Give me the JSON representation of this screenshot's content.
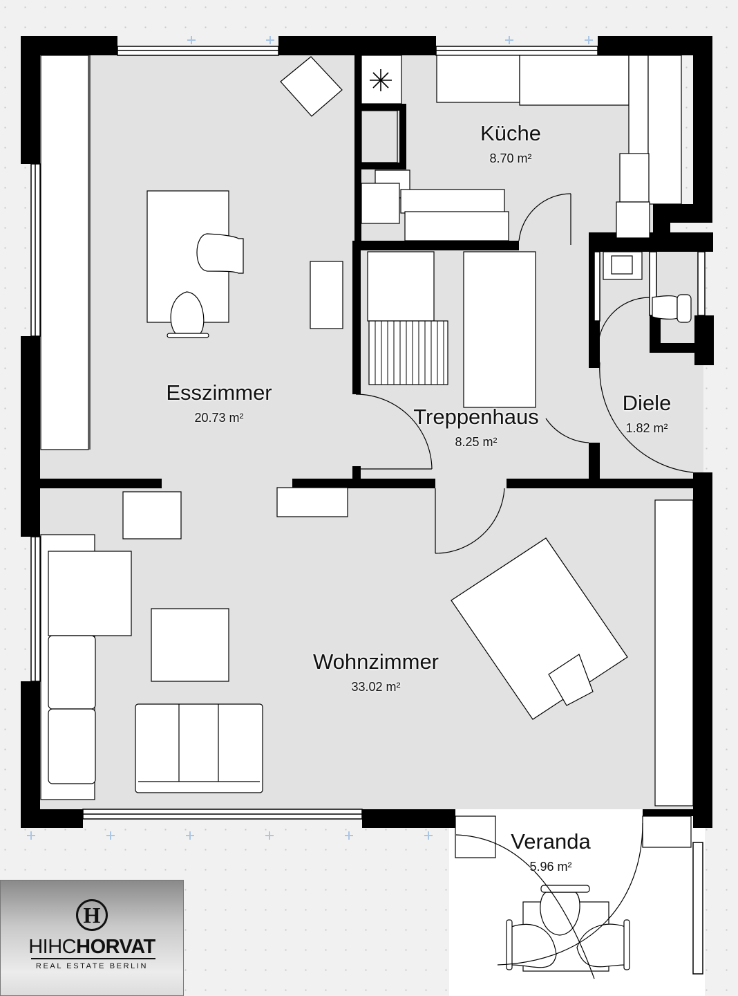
{
  "plan": {
    "background_color": "#f1f1f1",
    "floor_color": "#e2e2e2",
    "wall_color": "#000000",
    "furniture_color": "#ffffff",
    "grid_marker_color": "#a9c6e6"
  },
  "rooms": [
    {
      "id": "esszimmer",
      "name": "Esszimmer",
      "area": "20.73 m²"
    },
    {
      "id": "kueche",
      "name": "Küche",
      "area": "8.70 m²"
    },
    {
      "id": "treppenhaus",
      "name": "Treppenhaus",
      "area": "8.25 m²"
    },
    {
      "id": "diele",
      "name": "Diele",
      "area": "1.82 m²"
    },
    {
      "id": "wohnzimmer",
      "name": "Wohnzimmer",
      "area": "33.02 m²"
    },
    {
      "id": "veranda",
      "name": "Veranda",
      "area": "5.96 m²"
    }
  ],
  "icons": {
    "freezer": "snowflake-icon"
  },
  "logo": {
    "monogram": "H",
    "brand_light": "HIHC",
    "brand_bold": "HORVAT",
    "tagline": "REAL ESTATE BERLIN"
  }
}
